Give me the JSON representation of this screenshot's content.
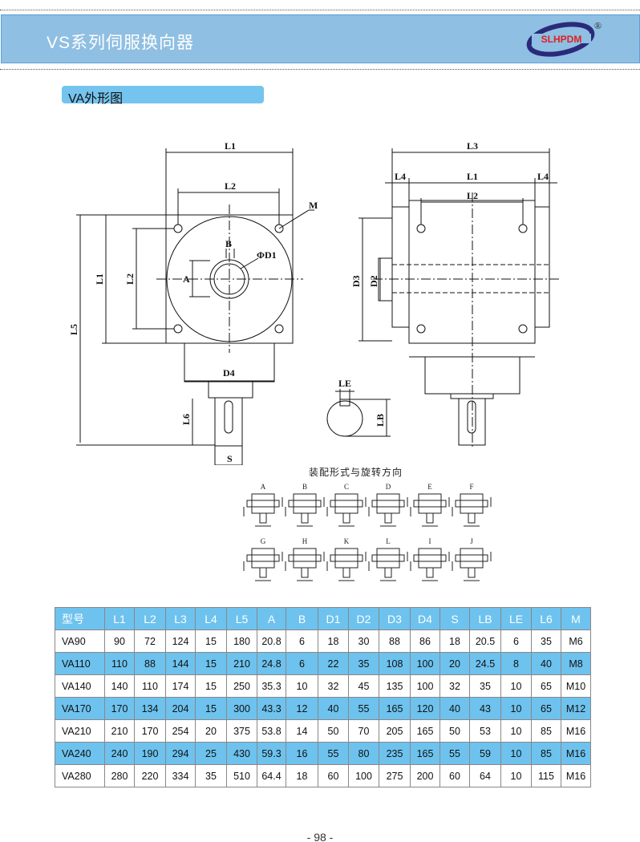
{
  "header": {
    "title": "VS系列伺服换向器",
    "logo_text": "SLHPDM",
    "registered": "®"
  },
  "section": {
    "title": "VA外形图"
  },
  "drawing": {
    "front": {
      "L1": "L1",
      "L2": "L2",
      "L2v": "L2",
      "L1v": "L1",
      "L5": "L5",
      "M": "M",
      "B": "B",
      "A": "A",
      "D1": "ΦD1",
      "D4": "D4",
      "L6": "L6",
      "S": "S"
    },
    "side": {
      "L3": "L3",
      "L4a": "L4",
      "L1": "L1",
      "L4b": "L4",
      "L2": "L2",
      "D3": "D3",
      "D2": "D2"
    },
    "key": {
      "LE": "LE",
      "LB": "LB"
    }
  },
  "mounting": {
    "title": "装配形式与旋转方向",
    "row1": [
      "A",
      "B",
      "C",
      "D",
      "E",
      "F"
    ],
    "row2": [
      "G",
      "H",
      "K",
      "L",
      "I",
      "J"
    ]
  },
  "table": {
    "headers": [
      "型号",
      "L1",
      "L2",
      "L3",
      "L4",
      "L5",
      "A",
      "B",
      "D1",
      "D2",
      "D3",
      "D4",
      "S",
      "LB",
      "LE",
      "L6",
      "M"
    ],
    "rows": [
      [
        "VA90",
        "90",
        "72",
        "124",
        "15",
        "180",
        "20.8",
        "6",
        "18",
        "30",
        "88",
        "86",
        "18",
        "20.5",
        "6",
        "35",
        "M6"
      ],
      [
        "VA110",
        "110",
        "88",
        "144",
        "15",
        "210",
        "24.8",
        "6",
        "22",
        "35",
        "108",
        "100",
        "20",
        "24.5",
        "8",
        "40",
        "M8"
      ],
      [
        "VA140",
        "140",
        "110",
        "174",
        "15",
        "250",
        "35.3",
        "10",
        "32",
        "45",
        "135",
        "100",
        "32",
        "35",
        "10",
        "65",
        "M10"
      ],
      [
        "VA170",
        "170",
        "134",
        "204",
        "15",
        "300",
        "43.3",
        "12",
        "40",
        "55",
        "165",
        "120",
        "40",
        "43",
        "10",
        "65",
        "M12"
      ],
      [
        "VA210",
        "210",
        "170",
        "254",
        "20",
        "375",
        "53.8",
        "14",
        "50",
        "70",
        "205",
        "165",
        "50",
        "53",
        "10",
        "85",
        "M16"
      ],
      [
        "VA240",
        "240",
        "190",
        "294",
        "25",
        "430",
        "59.3",
        "16",
        "55",
        "80",
        "235",
        "165",
        "55",
        "59",
        "10",
        "85",
        "M16"
      ],
      [
        "VA280",
        "280",
        "220",
        "334",
        "35",
        "510",
        "64.4",
        "18",
        "60",
        "100",
        "275",
        "200",
        "60",
        "64",
        "10",
        "115",
        "M16"
      ]
    ]
  },
  "footer": {
    "page": "- 98 -"
  },
  "colors": {
    "banner": "#8fbfe2",
    "accent": "#6ec2ee",
    "logo_ring": "#2a2a7a",
    "logo_text": "#e02020"
  }
}
